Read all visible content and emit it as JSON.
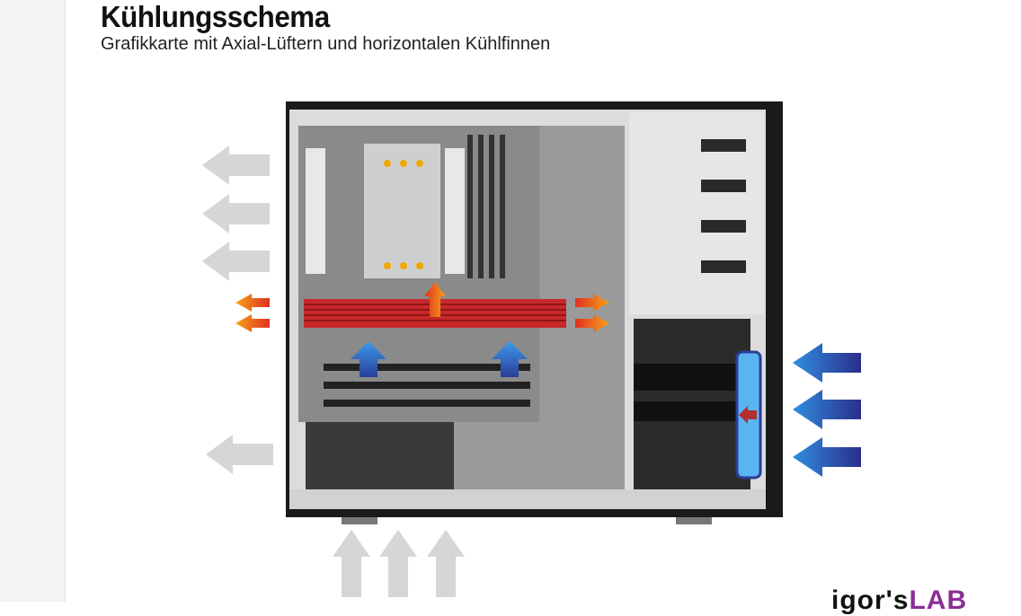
{
  "slide": {
    "title": "Kühlungsschema",
    "subtitle": "Grafikkarte mit Axial-Lüftern und horizontalen Kühlfinnen"
  },
  "logo": {
    "prefix": "igor's",
    "suffix": "LAB"
  },
  "colors": {
    "case": "#1a1a1a",
    "gpu": "#c8282a",
    "hot_arrow": "#f08a1a",
    "cool_arrow": "#1f5fb8",
    "exhaust_arrow": "#d6d6d6",
    "accent": "#8b2e96"
  }
}
